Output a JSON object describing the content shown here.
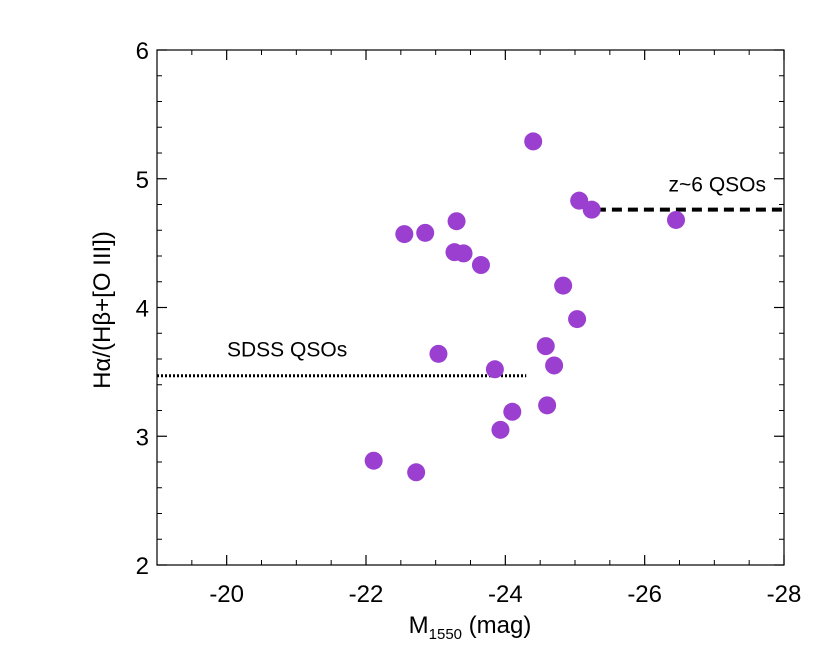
{
  "chart_data": {
    "type": "scatter",
    "xlabel_main": "M",
    "xlabel_sub": "1550",
    "xlabel_tail": " (mag)",
    "ylabel": "Hα/(Hβ+[O III])",
    "xlim": [
      -19.0,
      -28.0
    ],
    "ylim": [
      2.0,
      6.0
    ],
    "xticks": [
      -20,
      -22,
      -24,
      -26,
      -28
    ],
    "xtick_labels": [
      "-20",
      "-22",
      "-24",
      "-26",
      "-28"
    ],
    "yticks": [
      2,
      3,
      4,
      5,
      6
    ],
    "ytick_labels": [
      "2",
      "3",
      "4",
      "5",
      "6"
    ],
    "grid": false,
    "point_color": "#9b3fd0",
    "points": [
      {
        "x": -22.11,
        "y": 2.81
      },
      {
        "x": -22.55,
        "y": 4.57
      },
      {
        "x": -22.72,
        "y": 2.72
      },
      {
        "x": -22.85,
        "y": 4.58
      },
      {
        "x": -23.04,
        "y": 3.64
      },
      {
        "x": -23.27,
        "y": 4.43
      },
      {
        "x": -23.3,
        "y": 4.67
      },
      {
        "x": -23.4,
        "y": 4.42
      },
      {
        "x": -23.65,
        "y": 4.33
      },
      {
        "x": -23.85,
        "y": 3.52
      },
      {
        "x": -23.93,
        "y": 3.05
      },
      {
        "x": -24.1,
        "y": 3.19
      },
      {
        "x": -24.4,
        "y": 5.29
      },
      {
        "x": -24.58,
        "y": 3.7
      },
      {
        "x": -24.6,
        "y": 3.24
      },
      {
        "x": -24.7,
        "y": 3.55
      },
      {
        "x": -24.83,
        "y": 4.17
      },
      {
        "x": -25.03,
        "y": 3.91
      },
      {
        "x": -25.06,
        "y": 4.83
      },
      {
        "x": -25.24,
        "y": 4.76
      },
      {
        "x": -26.45,
        "y": 4.68
      }
    ],
    "reference_lines": [
      {
        "label": "SDSS QSOs",
        "style": "dotted",
        "y": 3.47,
        "x_range": [
          -19.0,
          -24.3
        ]
      },
      {
        "label": "z~6 QSOs",
        "style": "dashed",
        "y": 4.76,
        "x_range": [
          -25.3,
          -28.0
        ]
      }
    ]
  }
}
